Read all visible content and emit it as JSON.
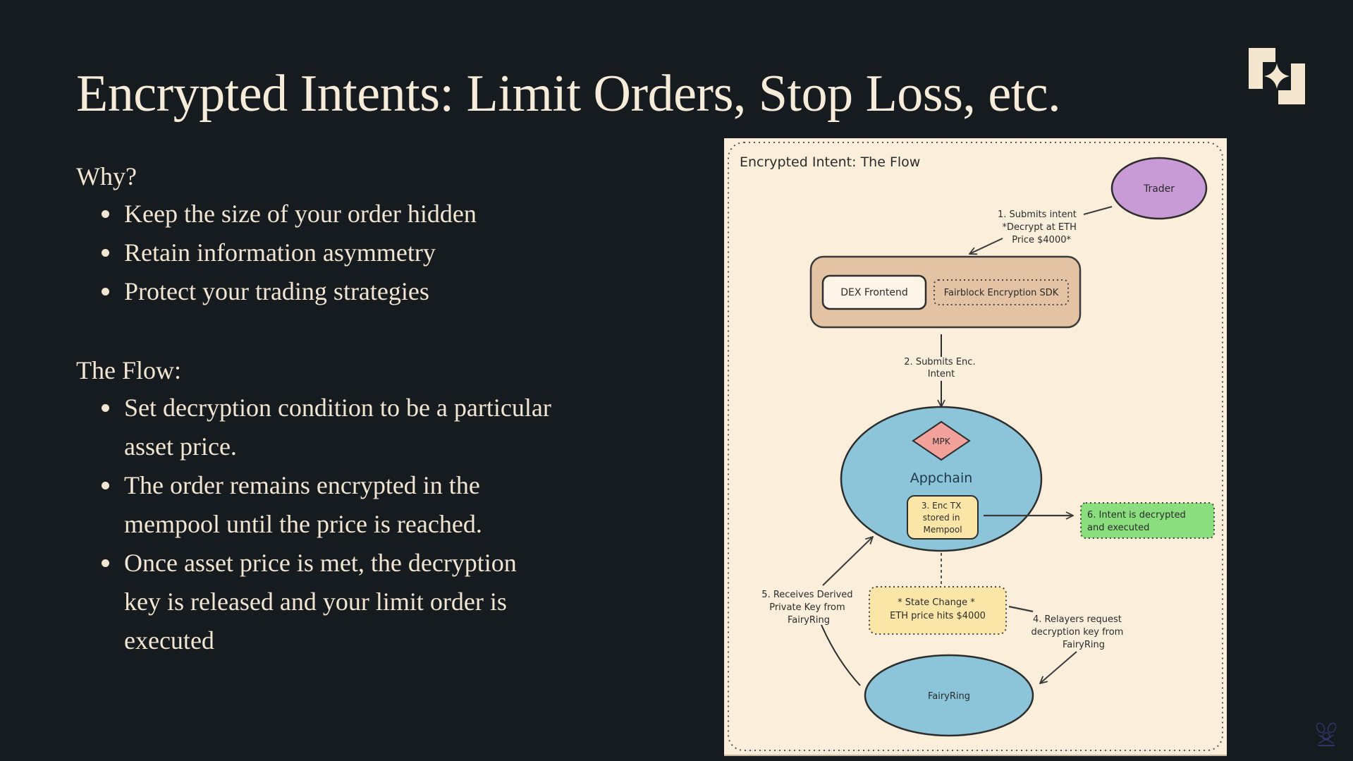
{
  "slide": {
    "title": "Encrypted Intents: Limit Orders, Stop Loss, etc.",
    "why": {
      "heading": "Why?",
      "bullets": [
        "Keep the size of your order hidden",
        "Retain information asymmetry",
        "Protect your trading strategies"
      ]
    },
    "flow": {
      "heading": "The Flow:",
      "bullets": [
        "Set decryption condition to be a particular asset price.",
        "The order remains encrypted in the mempool until the price is reached.",
        "Once asset price is met, the decryption key is released and your limit order is executed"
      ]
    },
    "logo_icon": "fairblock-logo-icon",
    "watermark_icon": "bunny-rackets-watermark-icon"
  },
  "diagram": {
    "title": "Encrypted Intent: The Flow",
    "nodes": {
      "trader": "Trader",
      "dex_frontend": "DEX Frontend",
      "sdk": "Fairblock Encryption SDK",
      "mpk": "MPK",
      "appchain": "Appchain",
      "mempool": [
        "3. Enc TX",
        "stored in",
        "Mempool"
      ],
      "executed": [
        "6. Intent is decrypted",
        "and executed"
      ],
      "state_change": [
        "* State Change *",
        "ETH price hits $4000"
      ],
      "fairyring": "FairyRing"
    },
    "edges": {
      "step1": [
        "1. Submits intent",
        "*Decrypt at ETH",
        "Price $4000*"
      ],
      "step2": [
        "2. Submits Enc.",
        "Intent"
      ],
      "step4": [
        "4. Relayers request",
        "decryption key from",
        "FairyRing"
      ],
      "step5": [
        "5. Receives Derived",
        "Private Key from",
        "FairyRing"
      ]
    },
    "colors": {
      "panel": "#fbeedb",
      "trader": "#c89ad6",
      "wrapper": "#e3c3a4",
      "appchain": "#8cc5da",
      "mpk": "#f2a19b",
      "mempool": "#fbe6a8",
      "executed": "#8ade7e",
      "state_change": "#fbe6a8",
      "fairyring": "#8cc5da"
    }
  }
}
